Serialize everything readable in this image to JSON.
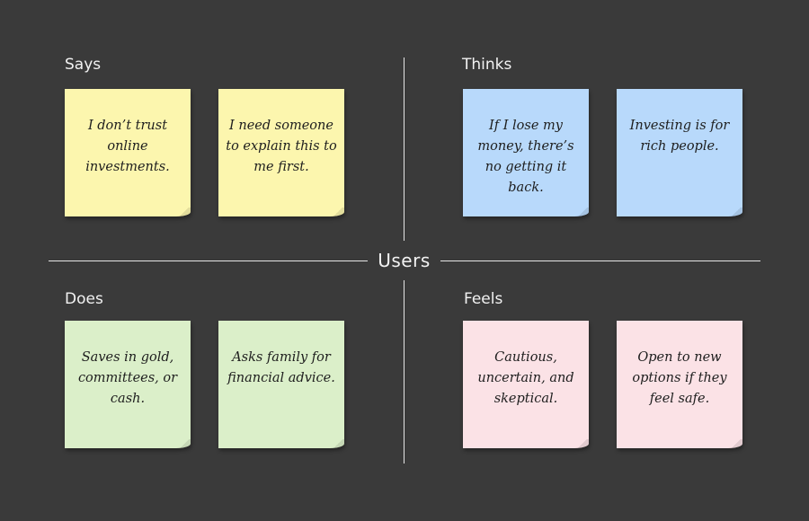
{
  "center_label": "Users",
  "quadrants": [
    {
      "title": "Says",
      "color": "#fcf6ae",
      "notes": [
        "I don’t trust online investments.",
        "I need someone to explain this to me first."
      ]
    },
    {
      "title": "Thinks",
      "color": "#b8d9fb",
      "notes": [
        "If I lose my money, there’s no getting it back.",
        "Investing is for rich people."
      ]
    },
    {
      "title": "Does",
      "color": "#dbefc9",
      "notes": [
        "Saves in gold, committees, or cash.",
        "Asks family for financial advice."
      ]
    },
    {
      "title": "Feels",
      "color": "#fbe2e6",
      "notes": [
        "Cautious, uncertain, and skeptical.",
        "Open to new options if they feel safe."
      ]
    }
  ]
}
